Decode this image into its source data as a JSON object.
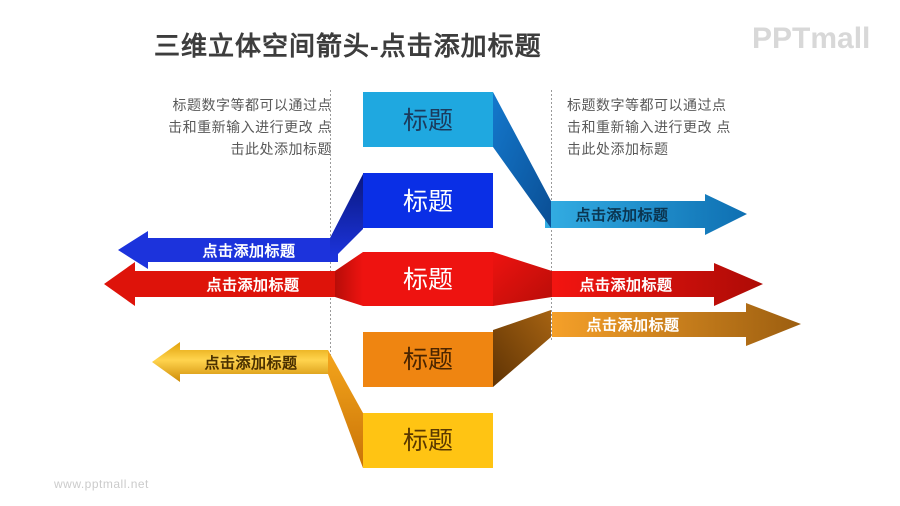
{
  "title": "三维立体空间箭头-点击添加标题",
  "logo": "PPTmall",
  "watermark": "www.pptmall.net",
  "notes": {
    "left": {
      "line1": "标题数字等都可以通过点",
      "line2": "击和重新输入进行更改 点",
      "line3": "击此处添加标题"
    },
    "right": {
      "line1": "标题数字等都可以通过点",
      "line2": "击和重新输入进行更改 点",
      "line3": "击此处添加标题"
    }
  },
  "boxes": [
    {
      "label": "标题",
      "fill": "#1FA8E0",
      "text_color": "#1B3A5C"
    },
    {
      "label": "标题",
      "fill": "#0A2FE6",
      "text_color": "#FFFFFF"
    },
    {
      "label": "标题",
      "fill": "#EE1310",
      "text_color": "#FFFFFF"
    },
    {
      "label": "标题",
      "fill": "#EF8511",
      "text_color": "#4A2500"
    },
    {
      "label": "标题",
      "fill": "#FFC413",
      "text_color": "#5A3800"
    }
  ],
  "arrows": {
    "left": [
      {
        "label": "点击添加标题",
        "text_color": "#FFFFFF",
        "fill": "#1C33DC"
      },
      {
        "label": "点击添加标题",
        "text_color": "#FFFFFF",
        "fill": "#DE130A"
      },
      {
        "label": "点击添加标题",
        "text_color": "#4A3000"
      }
    ],
    "right": [
      {
        "label": "点击添加标题",
        "text_color": "#0B3550"
      },
      {
        "label": "点击添加标题",
        "text_color": "#FFFFFF"
      },
      {
        "label": "点击添加标题",
        "text_color": "#FFFFFF"
      }
    ]
  },
  "colors": {
    "divider": "#9A9A9A",
    "red_wing_from": "#EE1310",
    "red_wing_to": "#B80D08"
  },
  "gradients": {
    "fold1": {
      "from": "#1478CC",
      "to": "#0A4E94"
    },
    "fold2": {
      "from": "#0A1880",
      "to": "#1D35E0"
    },
    "fold4": {
      "from": "#5F3304",
      "to": "#A66312"
    },
    "fold5": {
      "from": "#F5A61C",
      "to": "#C97307"
    },
    "arrow_r1": {
      "from": "#33ADE3",
      "to": "#0E6FB2"
    },
    "arrow_r2": {
      "from": "#F31511",
      "to": "#AD0B06"
    },
    "arrow_r3": {
      "from": "#F5A029",
      "to": "#9C5E10"
    },
    "arrow_l3": {
      "from": "#E0A008",
      "mid": "#FFD44E",
      "to": "#CE8B06"
    }
  }
}
